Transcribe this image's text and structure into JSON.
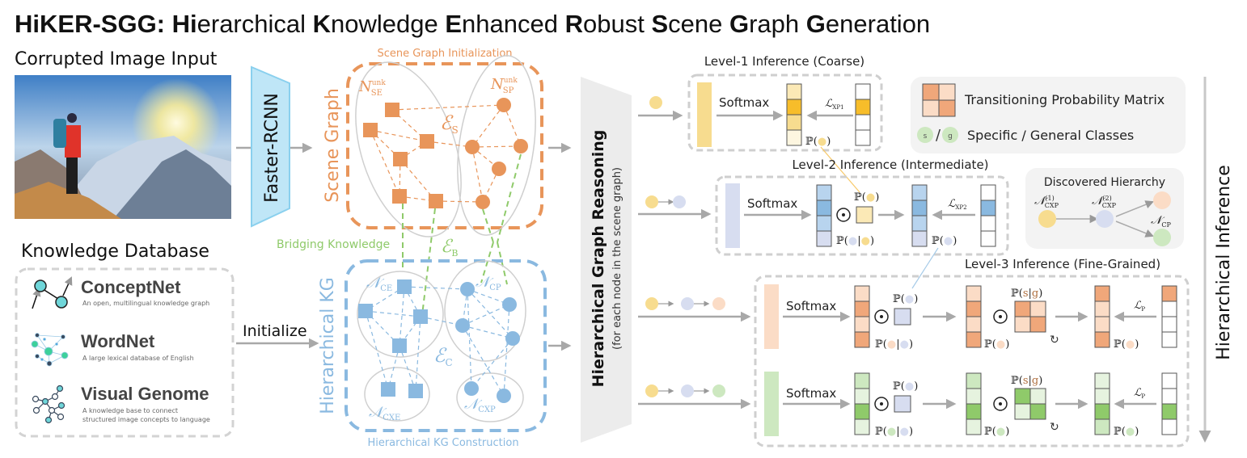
{
  "title": {
    "prefix": "HiKER-SGG: ",
    "parts": [
      {
        "b": "Hi",
        "r": "erarchical "
      },
      {
        "b": "K",
        "r": "nowledge "
      },
      {
        "b": "E",
        "r": "nhanced "
      },
      {
        "b": "R",
        "r": "obust "
      },
      {
        "b": "S",
        "r": "cene "
      },
      {
        "b": "G",
        "r": "raph "
      },
      {
        "b": "G",
        "r": "eneration"
      }
    ]
  },
  "input": {
    "label": "Corrupted Image Input",
    "image_alt": "hiker on mountain with sun glare"
  },
  "detector": {
    "label": "Faster-RCNN"
  },
  "knowledge_db": {
    "label": "Knowledge Database",
    "items": [
      {
        "name": "ConceptNet",
        "desc": [
          "An open, multilingual knowledge graph"
        ],
        "icon": "conceptnet-graph-icon"
      },
      {
        "name": "WordNet",
        "desc": [
          "A large lexical database of English"
        ],
        "icon": "wordnet-network-icon"
      },
      {
        "name": "Visual Genome",
        "desc": [
          "A knowledge base to connect",
          "structured image concepts to language"
        ],
        "icon": "visual-genome-graph-icon"
      }
    ]
  },
  "initialize_label": "Initialize",
  "scene_graph": {
    "side_label": "Scene Graph",
    "caption": "Scene Graph Initialization",
    "node_se": "N",
    "node_se_sup": "unk",
    "node_se_sub": "SE",
    "node_sp": "N",
    "node_sp_sup": "unk",
    "node_sp_sub": "SP",
    "edge": "ℰ",
    "edge_sub": "S",
    "color": "#e8955a"
  },
  "bridging": {
    "label": "Bridging Knowledge",
    "edge": "ℰ",
    "edge_sub": "B",
    "color": "#8fca6a"
  },
  "kg": {
    "side_label": "Hierarchical KG",
    "caption": "Hierarchical KG Construction",
    "node_ce_sub": "CE",
    "node_cp_sub": "CP",
    "node_cxe_sub": "CXE",
    "node_cxp_sub": "CXP",
    "edge": "ℰ",
    "edge_sub": "C",
    "color": "#8ab9e0"
  },
  "reasoning": {
    "title": "Hierarchical Graph Reasoning",
    "subtitle": "(for each node in the scene graph)"
  },
  "levels": [
    {
      "title": "Level-1 Inference (Coarse)",
      "softmax": "Softmax",
      "loss": "ℒ",
      "loss_sub": "XP1",
      "prob_label": "ℙ("
    },
    {
      "title": "Level-2 Inference (Intermediate)",
      "softmax": "Softmax",
      "loss": "ℒ",
      "loss_sub": "XP2",
      "prob_label": "ℙ("
    },
    {
      "title": "Level-3 Inference (Fine-Grained)",
      "softmax": "Softmax",
      "loss": "ℒ",
      "loss_sub": "P",
      "prob_label": "ℙ("
    }
  ],
  "legend": {
    "matrix_label": "Transitioning Probability Matrix",
    "classes_label": "Specific / General Classes",
    "s": "s",
    "g": "g",
    "slash": "/"
  },
  "hierarchy": {
    "title": "Discovered Hierarchy",
    "n1": "N",
    "n1_sup": "(1)",
    "n1_sub": "CXP",
    "n2": "N",
    "n2_sup": "(2)",
    "n2_sub": "CXP",
    "n3": "N",
    "n3_sub": "CP"
  },
  "side_label": "Hierarchical Inference",
  "symbols": {
    "hadamard": "⊙",
    "loop": "↻",
    "open": "ℙ(",
    "close": ")",
    "bar": "|"
  },
  "colors": {
    "yellow": "#f7dc8f",
    "yellow_dark": "#f7bd2a",
    "lavender": "#d7ddf0",
    "blue_mid": "#8ab9e0",
    "peach": "#fbdcc6",
    "orange_mid": "#f0a77a",
    "green_light": "#cde8c0",
    "green_mid": "#8fca6a",
    "gray_arrow": "#a8a8a8",
    "dash_gray": "#cfcfcf"
  }
}
